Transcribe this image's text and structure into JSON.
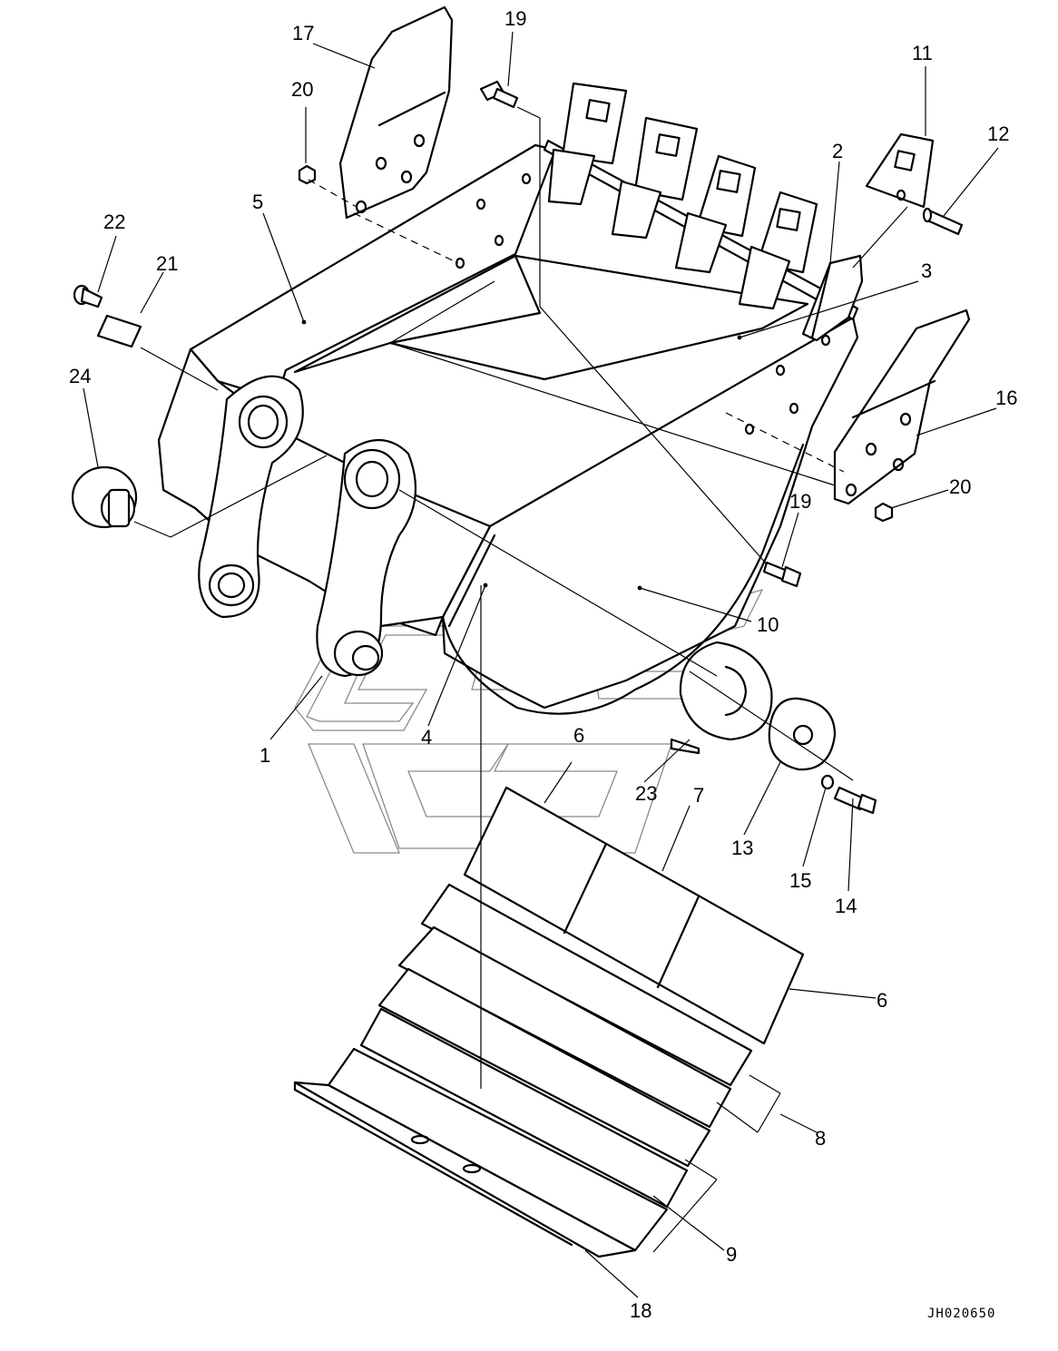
{
  "diagram": {
    "drawing_code": "JH020650",
    "callouts": [
      {
        "id": "c1",
        "label": "1"
      },
      {
        "id": "c2",
        "label": "2"
      },
      {
        "id": "c3",
        "label": "3"
      },
      {
        "id": "c4",
        "label": "4"
      },
      {
        "id": "c5",
        "label": "5"
      },
      {
        "id": "c6a",
        "label": "6"
      },
      {
        "id": "c6b",
        "label": "6"
      },
      {
        "id": "c7",
        "label": "7"
      },
      {
        "id": "c8",
        "label": "8"
      },
      {
        "id": "c9",
        "label": "9"
      },
      {
        "id": "c10",
        "label": "10"
      },
      {
        "id": "c11",
        "label": "11"
      },
      {
        "id": "c12",
        "label": "12"
      },
      {
        "id": "c13",
        "label": "13"
      },
      {
        "id": "c14",
        "label": "14"
      },
      {
        "id": "c15",
        "label": "15"
      },
      {
        "id": "c16",
        "label": "16"
      },
      {
        "id": "c17",
        "label": "17"
      },
      {
        "id": "c18",
        "label": "18"
      },
      {
        "id": "c19a",
        "label": "19"
      },
      {
        "id": "c19b",
        "label": "19"
      },
      {
        "id": "c20a",
        "label": "20"
      },
      {
        "id": "c20b",
        "label": "20"
      },
      {
        "id": "c21",
        "label": "21"
      },
      {
        "id": "c22",
        "label": "22"
      },
      {
        "id": "c23",
        "label": "23"
      },
      {
        "id": "c24",
        "label": "24"
      }
    ]
  }
}
